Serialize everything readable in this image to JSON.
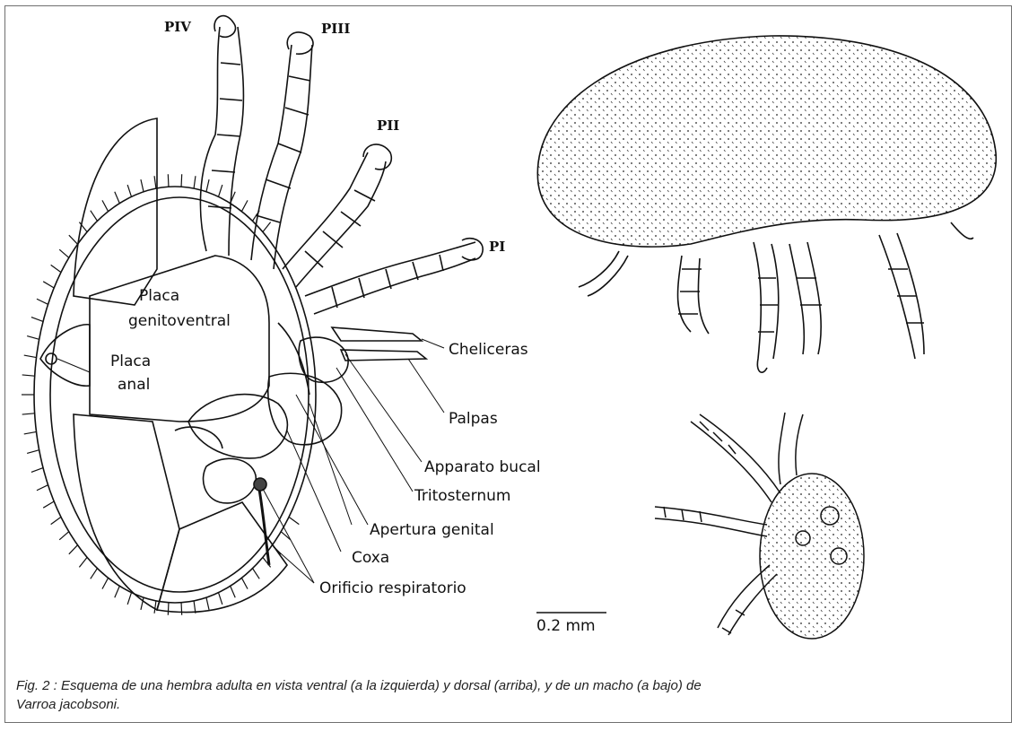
{
  "labels": {
    "placa_genitoventral_1": "Placa",
    "placa_genitoventral_2": "genitoventral",
    "placa_anal_1": "Placa",
    "placa_anal_2": "anal",
    "cheliceras": "Cheliceras",
    "palpas": "Palpas",
    "apparato_bucal": "Apparato bucal",
    "tritosternum": "Tritosternum",
    "apertura_genital": "Apertura genital",
    "coxa": "Coxa",
    "orificio_respiratorio": "Orificio respiratorio"
  },
  "legs": {
    "p1": "PI",
    "p2": "PII",
    "p3": "PIII",
    "p4": "PIV"
  },
  "scale_bar": "0.2 mm",
  "caption": {
    "line1": "Fig. 2 : Esquema de una hembra adulta en vista ventral (a la izquierda) y dorsal (arriba), y de un macho (a bajo) de",
    "line2": "Varroa jacobsoni."
  }
}
